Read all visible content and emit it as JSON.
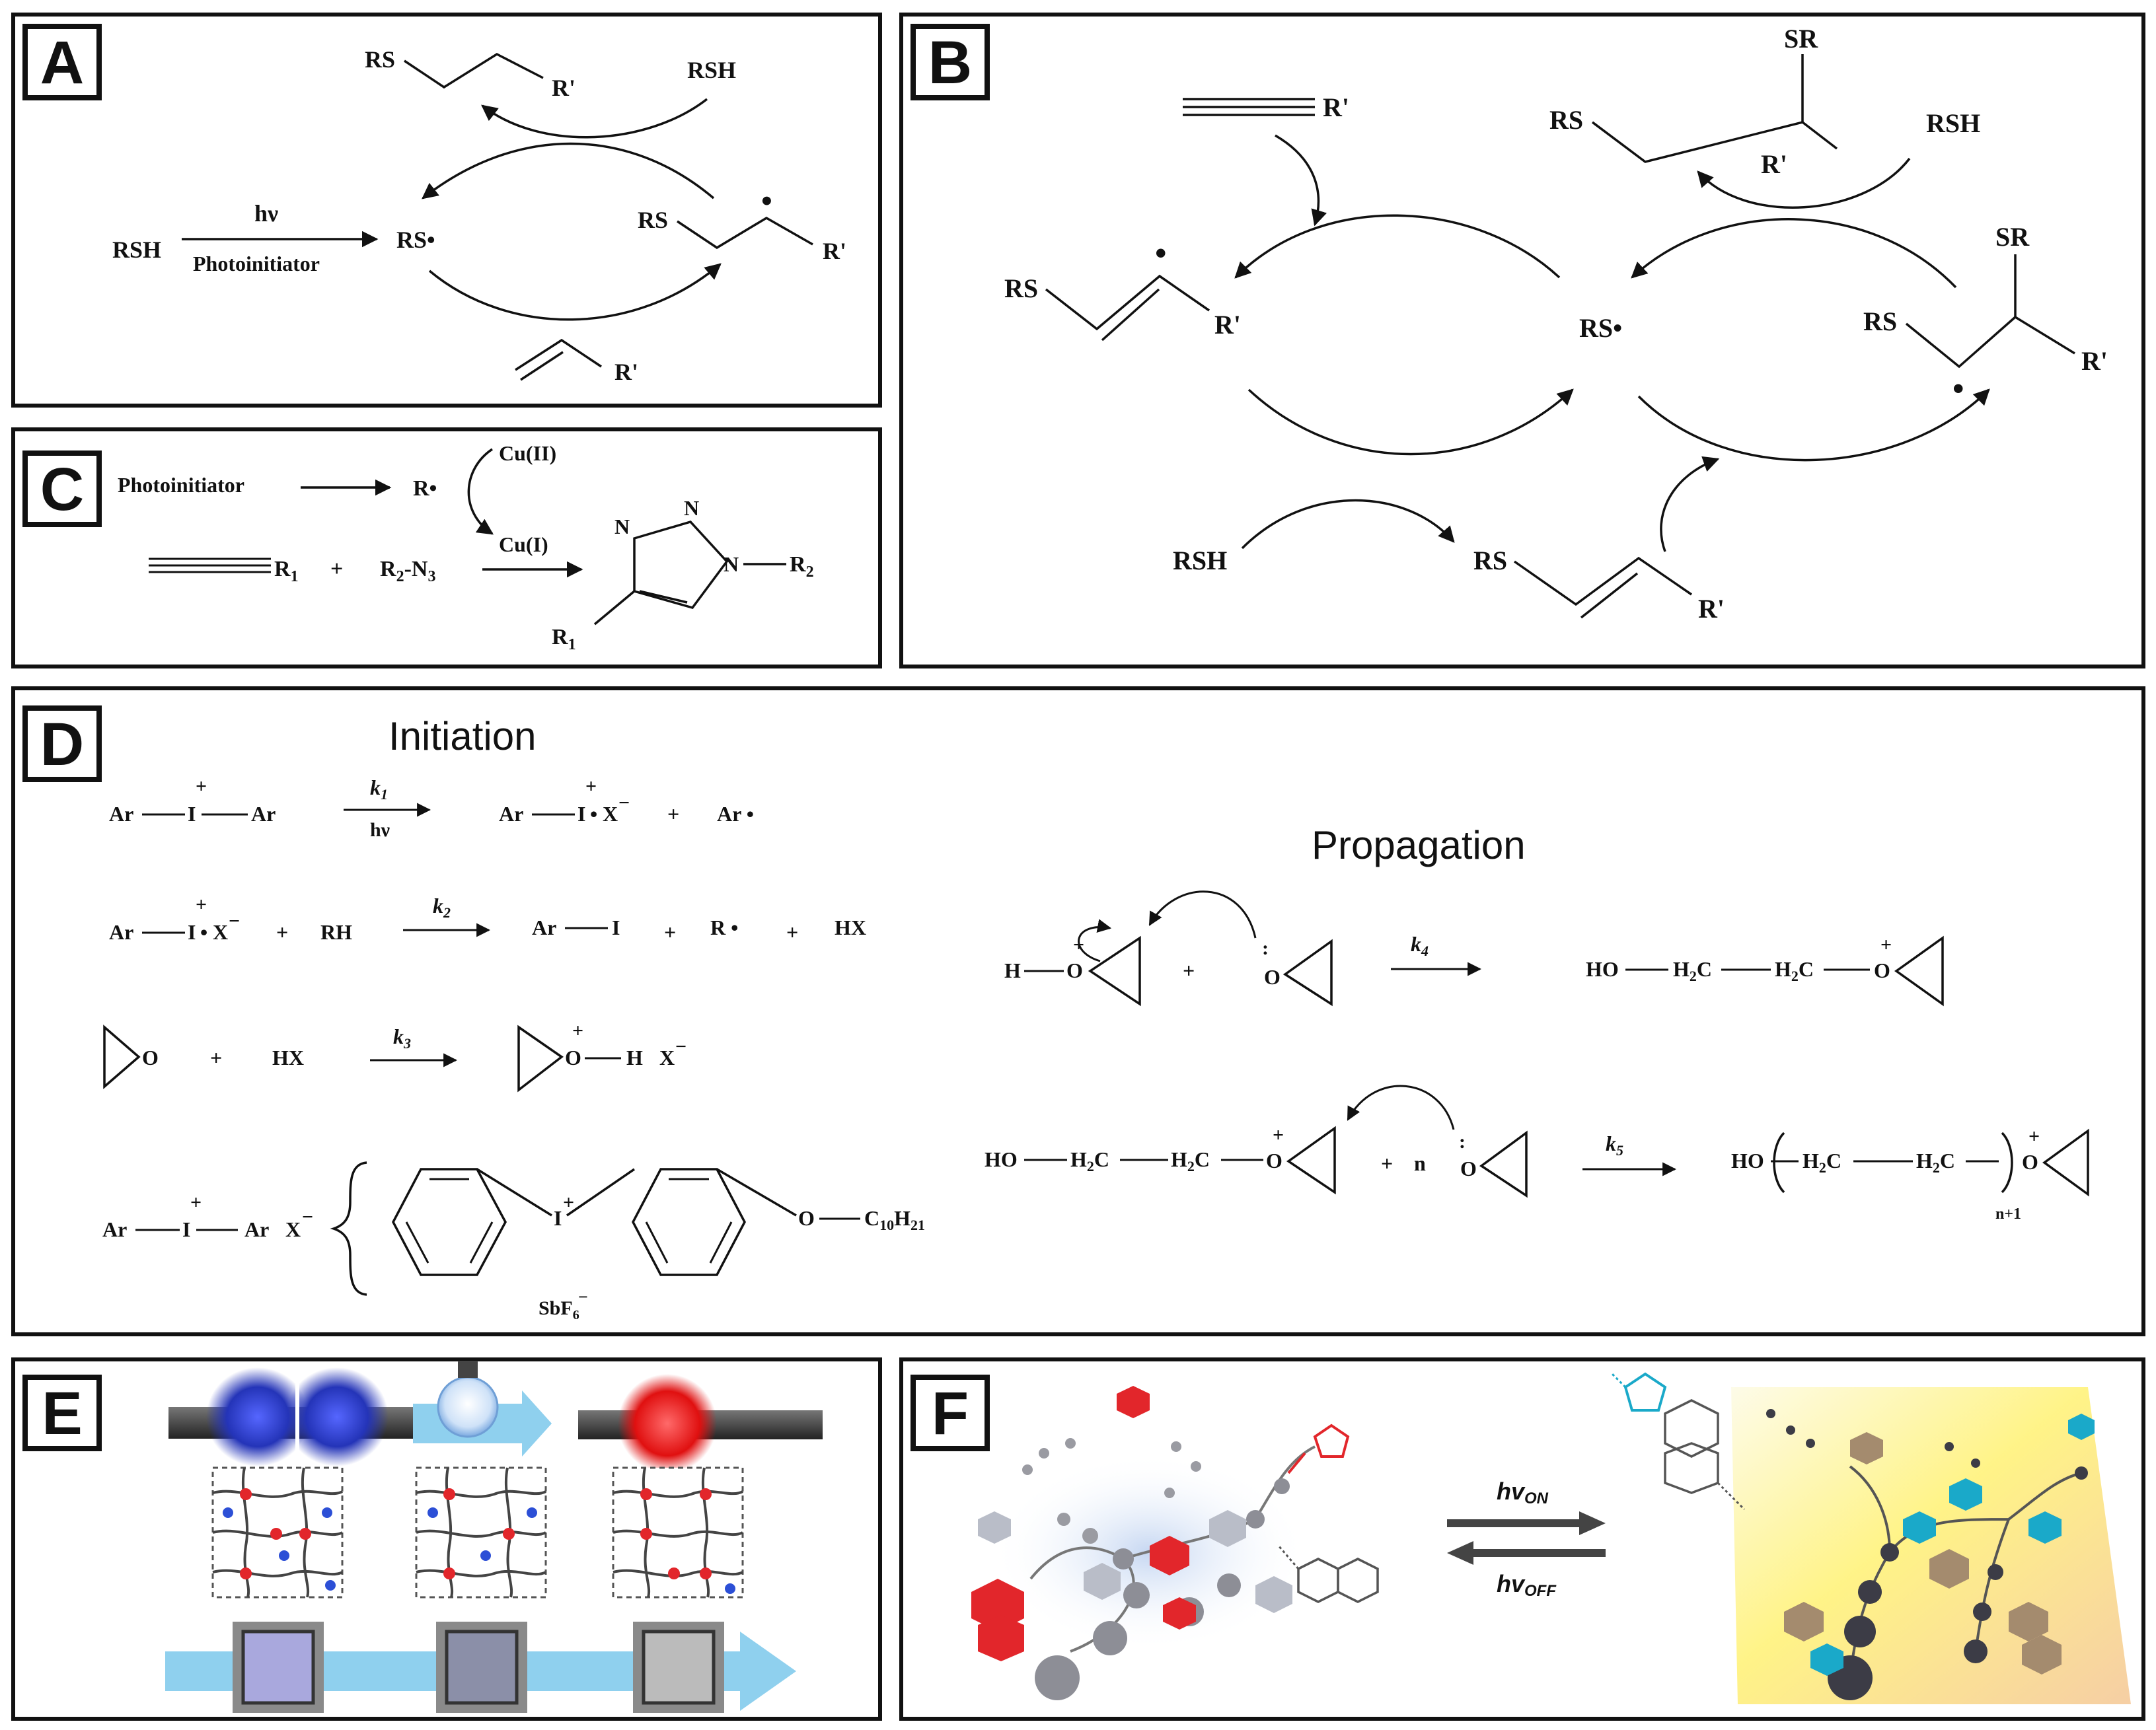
{
  "panels": {
    "A": {
      "letter": "A",
      "rsh": "RSH",
      "hv": "hν",
      "photoinitiator": "Photoinitiator",
      "rs_radical": "RS•",
      "rs": "RS",
      "r_prime": "R'",
      "rsh_top": "RSH",
      "alkene_r": "R'",
      "product_rs": "RS",
      "product_r": "R'",
      "radical_dot": "•"
    },
    "B": {
      "letter": "B",
      "alkyne_r": "R'",
      "vinyl_rs": "RS",
      "vinyl_r": "R'",
      "rs_radical": "RS•",
      "rsh_bottom": "RSH",
      "vinyl_sulfide_rs": "RS",
      "vinyl_sulfide_r": "R'",
      "top_sr": "SR",
      "top_rs": "RS",
      "top_r": "R'",
      "rsh_right": "RSH",
      "right_sr": "SR",
      "right_rs": "RS",
      "right_r": "R'",
      "radical_dot": "•"
    },
    "C": {
      "letter": "C",
      "photoinitiator": "Photoinitiator",
      "r_radical": "R•",
      "cu2": "Cu(II)",
      "cu1": "Cu(I)",
      "r1": "R",
      "r1_sub": "1",
      "plus": "+",
      "r2n3_a": "R",
      "r2n3_sub": "2",
      "r2n3_b": "-N",
      "r2n3_sub3": "3",
      "n1": "N",
      "n2": "N",
      "n3": "N",
      "r2": "R",
      "r2_sub": "2",
      "r1b": "R",
      "r1b_sub": "1"
    },
    "D": {
      "letter": "D",
      "initiation": "Initiation",
      "propagation": "Propagation",
      "ar": "Ar",
      "i": "I",
      "plus": "+",
      "minus": "−",
      "x": "X",
      "k1": "k",
      "k1_sub": "1",
      "hv": "hν",
      "ar_radical": "Ar •",
      "rh": "RH",
      "k2": "k",
      "k2_sub": "2",
      "r_radical": "R •",
      "hx": "HX",
      "o": "O",
      "k3": "k",
      "k3_sub": "3",
      "h": "H",
      "k4": "k",
      "k4_sub": "4",
      "k5": "k",
      "k5_sub": "5",
      "ho": "HO",
      "h2c": "H",
      "h2c_sub": "2",
      "h2c_c": "C",
      "n": "n",
      "n_plus_1": "n+1",
      "oc10": "O",
      "c10": "C",
      "c10_sub": "10",
      "h21": "H",
      "h21_sub": "21",
      "sbf": "SbF",
      "sbf_sub": "6"
    },
    "E": {
      "letter": "E"
    },
    "F": {
      "letter": "F",
      "hv_on_main": "hv",
      "hv_on_sub": "ON",
      "hv_off_main": "hv",
      "hv_off_sub": "OFF"
    }
  },
  "colors": {
    "border": "#111111",
    "red": "#e2262b",
    "cyan": "#1aa9c9",
    "blue_arrow": "#8fd0ee",
    "glow_blue": "#2434b8",
    "glow_red": "#e01010",
    "gray_node": "#5a5a5f",
    "light_gray": "#b9bdc8",
    "tan": "#a48b6e"
  }
}
